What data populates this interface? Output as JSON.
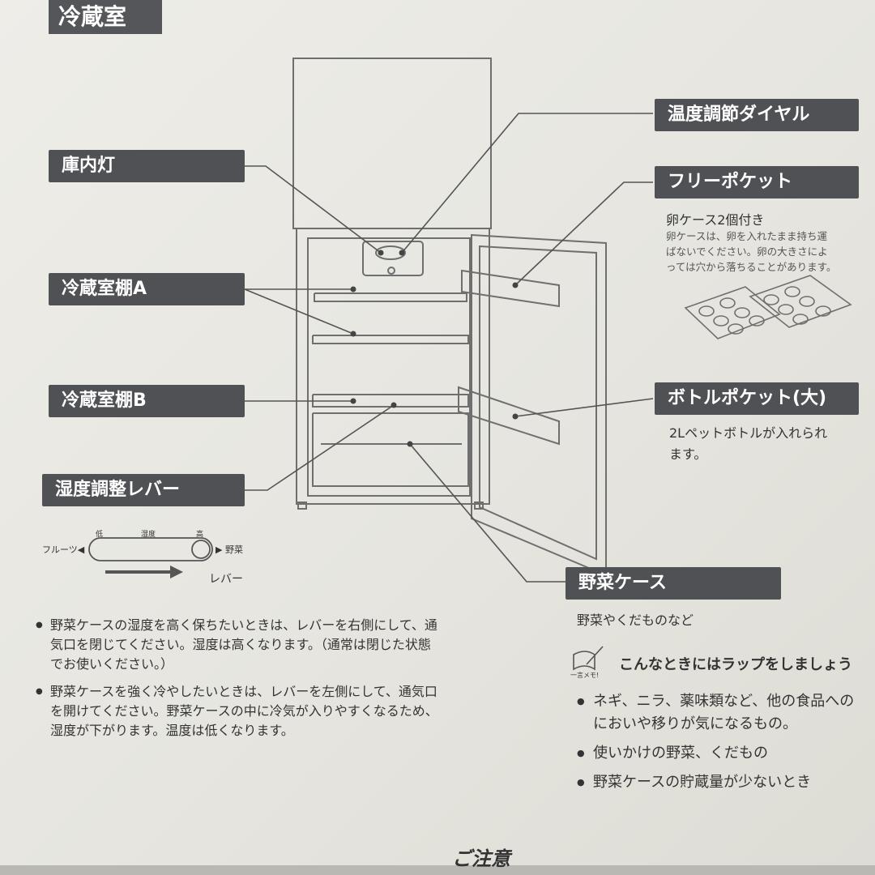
{
  "section_title": "冷蔵室",
  "labels": {
    "temp_dial": "温度調節ダイヤル",
    "interior_light": "庫内灯",
    "free_pocket": "フリーポケット",
    "shelf_a": "冷蔵室棚A",
    "shelf_b": "冷蔵室棚B",
    "bottle_pocket": "ボトルポケット(大)",
    "humidity_lever": "湿度調整レバー",
    "vegetable_case": "野菜ケース"
  },
  "free_pocket_sub": "卵ケース2個付き",
  "free_pocket_note": [
    "卵ケースは、卵を入れたまま持ち運",
    "ばないでください。卵の大きさによ",
    "っては穴から落ちることがあります。"
  ],
  "bottle_pocket_note": [
    "2Lペットボトルが入れられ",
    "ます。"
  ],
  "vegetable_case_sub": "野菜やくだものなど",
  "lever_diagram": {
    "left": "フルーツ◀",
    "right": "▶ 野菜",
    "low": "低",
    "humidity": "湿度",
    "high": "高",
    "lever": "レバー"
  },
  "bullets": [
    "野菜ケースの湿度を高く保ちたいときは、レバーを右側にして、通気口を閉じてください。湿度は高くなります。（通常は閉じた状態でお使いください。）",
    "野菜ケースを強く冷やしたいときは、レバーを左側にして、通気口を開けてください。野菜ケースの中に冷気が入りやすくなるため、湿度が下がります。温度は低くなります。"
  ],
  "memo": {
    "icon_label": "一言メモ!",
    "title": "こんなときにはラップをしましょう",
    "items": [
      "ネギ、ニラ、薬味類など、他の食品への においや移りが気になるもの。",
      "使いかけの野菜、くだもの",
      "野菜ケースの貯蔵量が少ないとき"
    ]
  },
  "caution_title": "ご注意"
}
